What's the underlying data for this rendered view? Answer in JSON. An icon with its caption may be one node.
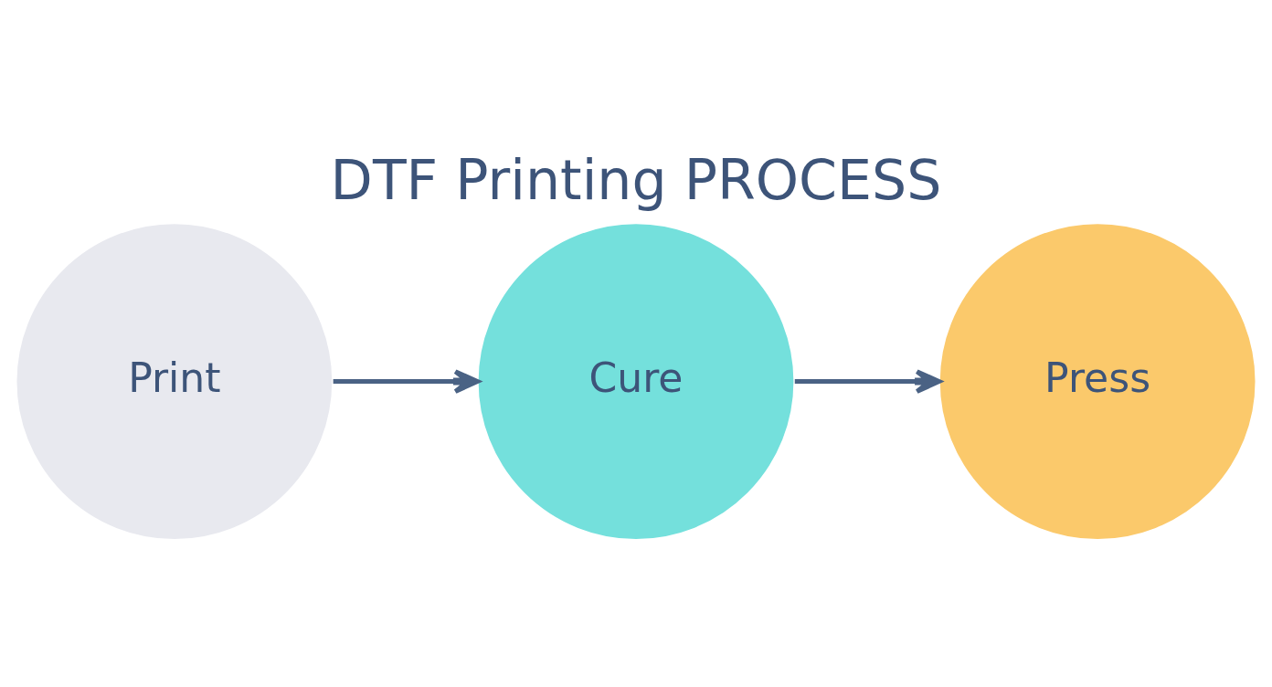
{
  "diagram": {
    "title": "DTF Printing PROCESS",
    "nodes": [
      {
        "text": [
          "Print"
        ]
      },
      {
        "text": [
          "Cure"
        ]
      },
      {
        "text": [
          "Press"
        ]
      }
    ],
    "edges": [
      {
        "from": 0,
        "to": 1,
        "arrow": "to"
      },
      {
        "from": 1,
        "to": 2,
        "arrow": "to"
      }
    ]
  }
}
